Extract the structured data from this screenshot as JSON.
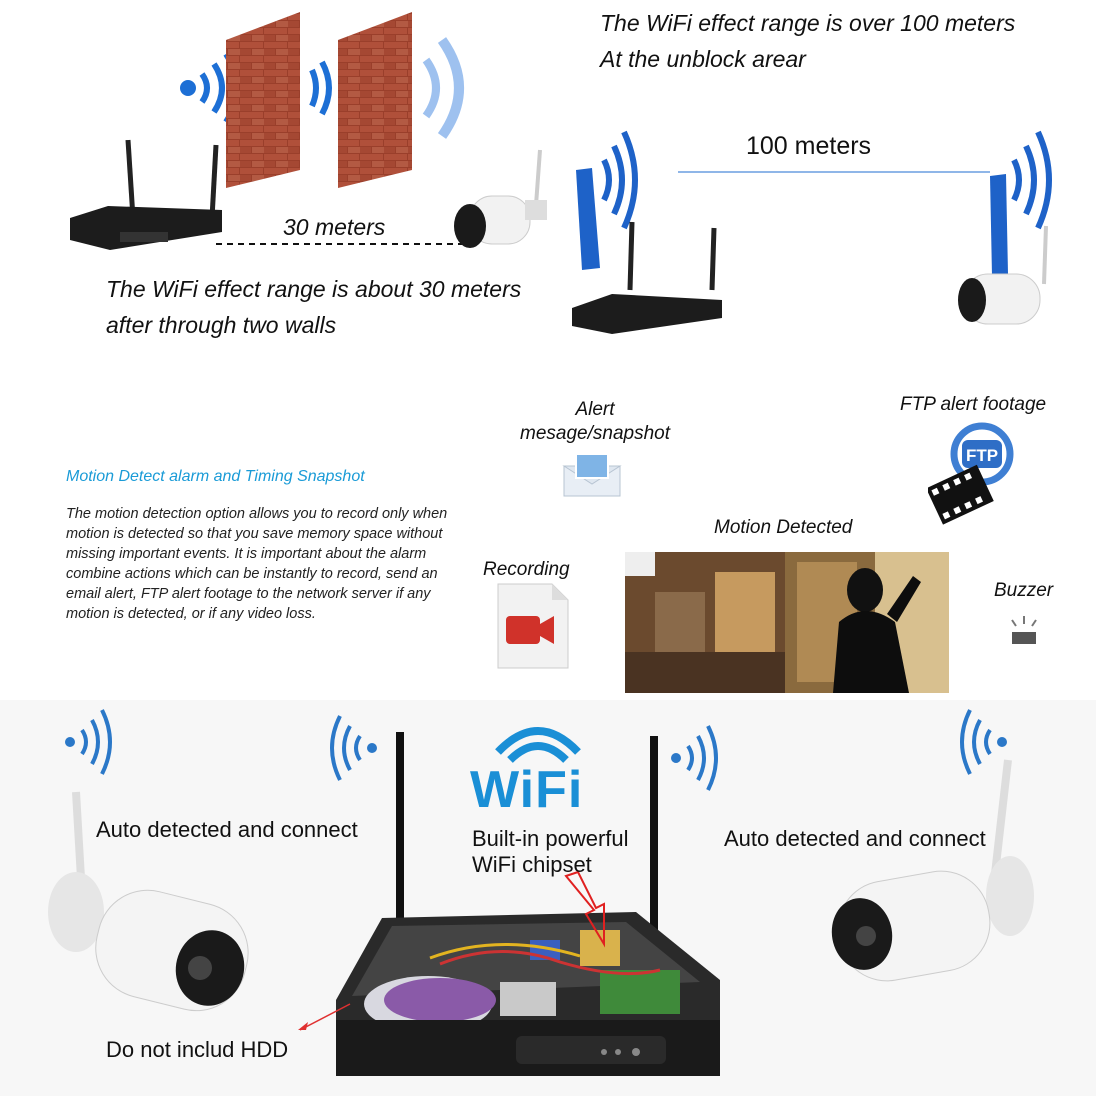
{
  "top_text": {
    "line1": "The WiFi effect range is over 100 meters",
    "line2": "At the unblock arear"
  },
  "distance_100": "100 meters",
  "distance_30": "30 meters",
  "walls_text": {
    "line1": "The WiFi effect range is about 30 meters",
    "line2": "after through two walls"
  },
  "alert": {
    "line1": "Alert",
    "line2": "mesage/snapshot"
  },
  "ftp_label": "FTP alert footage",
  "ftp_icon_text": "FTP",
  "motion_detect": {
    "title": "Motion Detect alarm and  Timing Snapshot",
    "body": "The motion detection option allows you to record  only when motion is detected so that you save memory space without missing important events. It is important about the  alarm combine actions  which can be instantly to record, send an  email alert, FTP alert footage to the network server if any motion is detected, or if  any video loss."
  },
  "motion_detected_label": "Motion Detected",
  "recording_label": "Recording",
  "buzzer_label": "Buzzer",
  "wifi_logo": "WiFi",
  "auto_left": "Auto detected and connect",
  "auto_right": "Auto detected and connect",
  "chipset": {
    "line1": "Built-in powerful",
    "line2": "WiFi chipset"
  },
  "hdd_label": "Do not includ HDD",
  "colors": {
    "wifi_blue": "#1a6fd0",
    "signal_blue": "#2a64c8",
    "teal_title": "#1a9bd7",
    "brick": "#8b3a28",
    "nvr_black": "#1c1c1c"
  }
}
